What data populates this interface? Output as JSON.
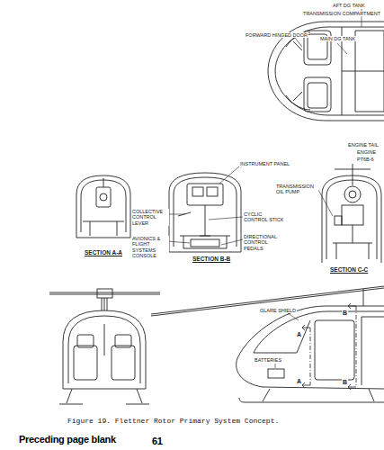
{
  "diagram": {
    "caption": "Figure 19.  Flettner Rotor Primary System Concept.",
    "labels": [
      "AFT DG TANK",
      "TRANSMISSION COMPARTMENT",
      "FORWARD HINGED DOOR",
      "MAIN DG TANK",
      "ENGINE TAIL",
      "ENGINE",
      "PT6B-6",
      "INSTRUMENT PANEL",
      "TRANSMISSION OIL PUMP",
      "COLLECTIVE CONTROL LEVER",
      "CYCLIC CONTROL STICK",
      "AVIONICS & FLIGHT SYSTEMS CONSOLE",
      "DIRECTIONAL CONTROL PEDALS",
      "SECTION A-A",
      "SECTION B-B",
      "SECTION C-C",
      "GLARE SHIELD",
      "BATTERIES",
      "A",
      "A",
      "B",
      "B",
      "Preceding page blank",
      "61"
    ]
  }
}
